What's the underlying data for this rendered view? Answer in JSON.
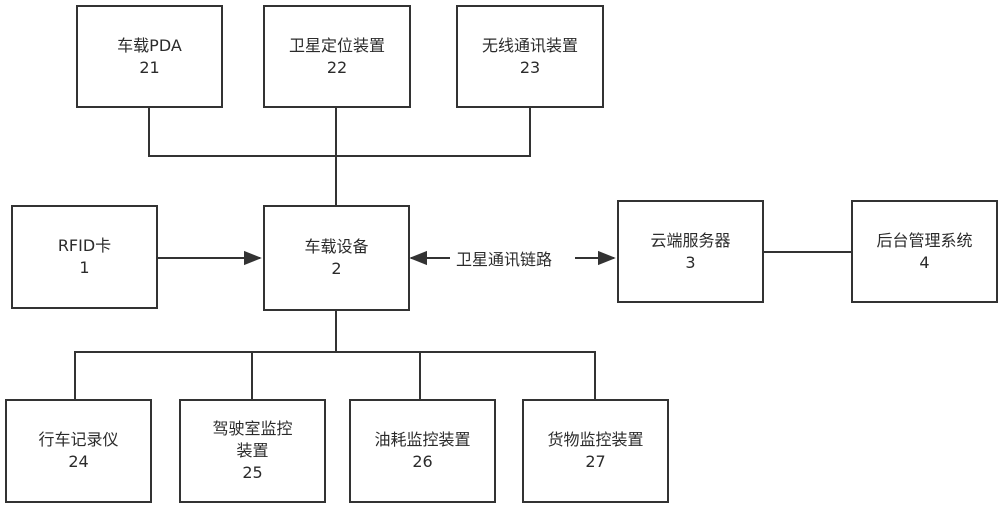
{
  "nodes": {
    "pda": {
      "name": "车载PDA",
      "id": "21"
    },
    "gps": {
      "name": "卫星定位装置",
      "id": "22"
    },
    "wireless": {
      "name": "无线通讯装置",
      "id": "23"
    },
    "rfid": {
      "name": "RFID卡",
      "id": "1"
    },
    "vehicle": {
      "name": "车载设备",
      "id": "2"
    },
    "cloud": {
      "name": "云端服务器",
      "id": "3"
    },
    "backend": {
      "name": "后台管理系统",
      "id": "4"
    },
    "recorder": {
      "name": "行车记录仪",
      "id": "24"
    },
    "cabin": {
      "name_line1": "驾驶室监控",
      "name_line2": "装置",
      "id": "25"
    },
    "fuel": {
      "name": "油耗监控装置",
      "id": "26"
    },
    "cargo": {
      "name": "货物监控装置",
      "id": "27"
    }
  },
  "links": {
    "satellite_label": "卫星通讯链路"
  }
}
